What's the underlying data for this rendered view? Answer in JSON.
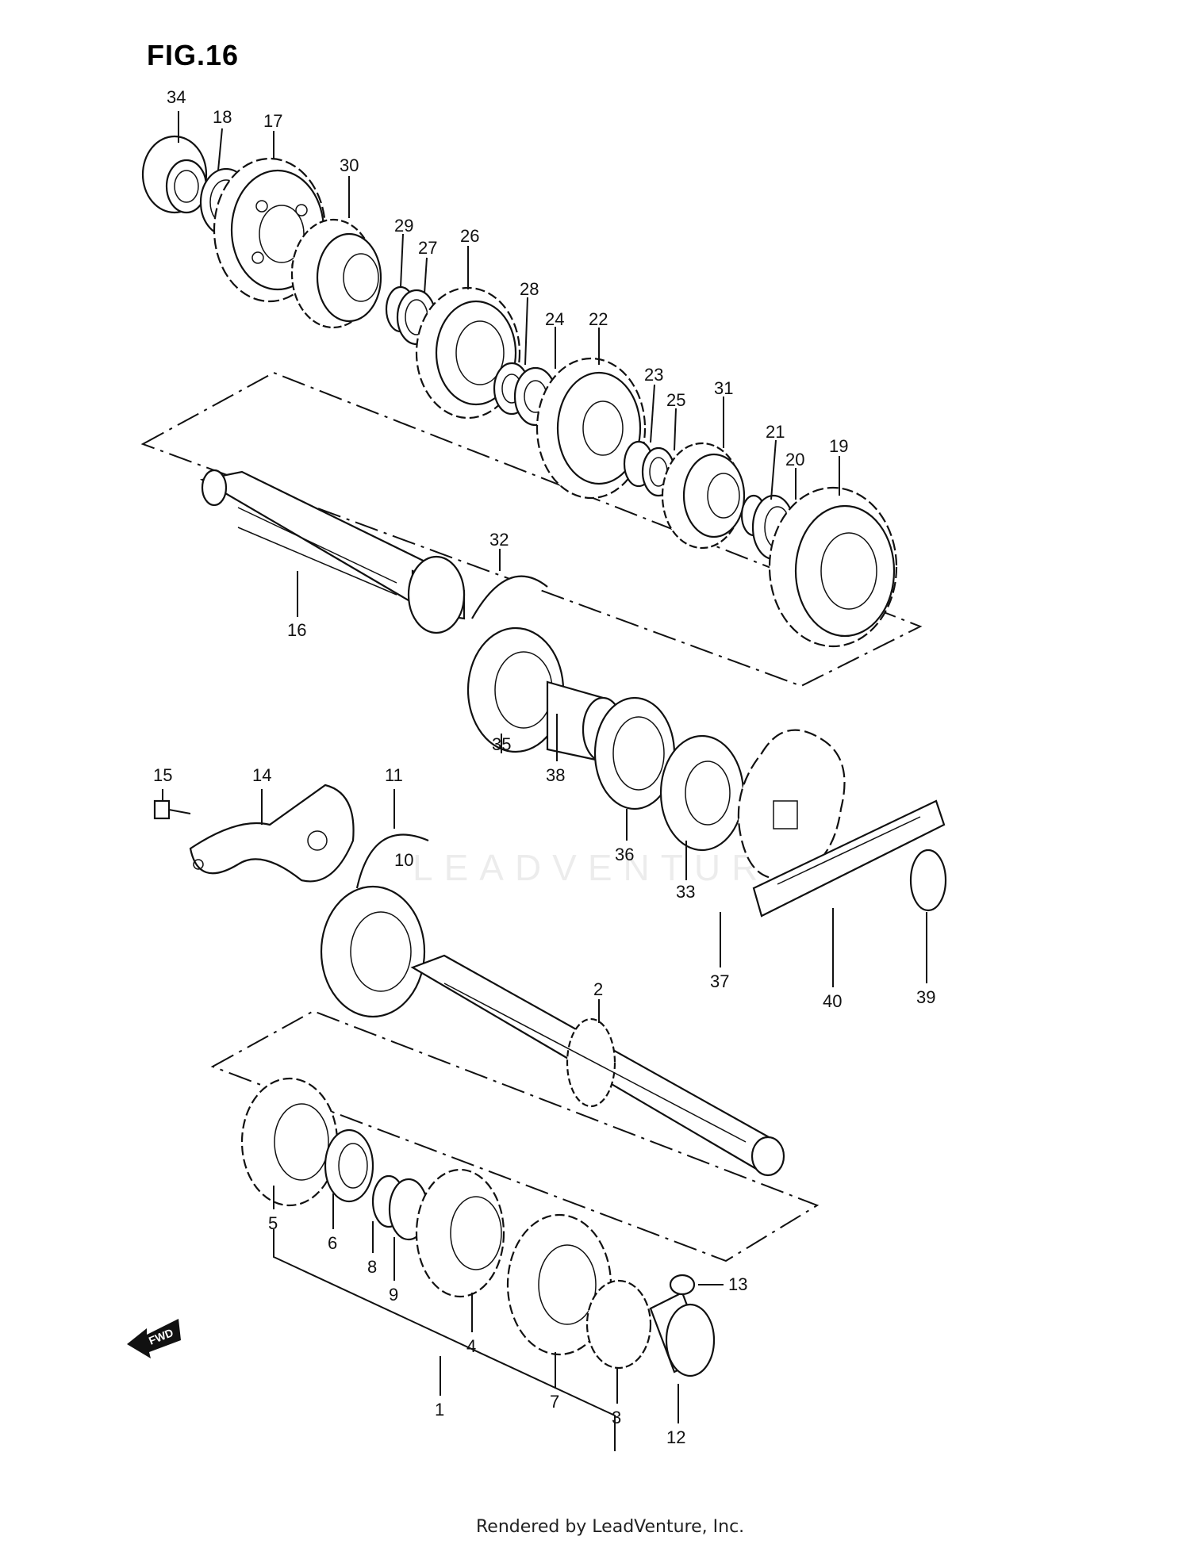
{
  "figure": {
    "title": "FIG.16",
    "fwd_label": "FWD",
    "watermark": "LEADVENTURE"
  },
  "callouts": [
    {
      "id": "34",
      "label": "34"
    },
    {
      "id": "18",
      "label": "18"
    },
    {
      "id": "17",
      "label": "17"
    },
    {
      "id": "30",
      "label": "30"
    },
    {
      "id": "29",
      "label": "29"
    },
    {
      "id": "27",
      "label": "27"
    },
    {
      "id": "26",
      "label": "26"
    },
    {
      "id": "28",
      "label": "28"
    },
    {
      "id": "24",
      "label": "24"
    },
    {
      "id": "22",
      "label": "22"
    },
    {
      "id": "23",
      "label": "23"
    },
    {
      "id": "25",
      "label": "25"
    },
    {
      "id": "31",
      "label": "31"
    },
    {
      "id": "21",
      "label": "21"
    },
    {
      "id": "20",
      "label": "20"
    },
    {
      "id": "19",
      "label": "19"
    },
    {
      "id": "32",
      "label": "32"
    },
    {
      "id": "16",
      "label": "16"
    },
    {
      "id": "35",
      "label": "35"
    },
    {
      "id": "38",
      "label": "38"
    },
    {
      "id": "36",
      "label": "36"
    },
    {
      "id": "33",
      "label": "33"
    },
    {
      "id": "15",
      "label": "15"
    },
    {
      "id": "14",
      "label": "14"
    },
    {
      "id": "11",
      "label": "11"
    },
    {
      "id": "10",
      "label": "10"
    },
    {
      "id": "37",
      "label": "37"
    },
    {
      "id": "40",
      "label": "40"
    },
    {
      "id": "39",
      "label": "39"
    },
    {
      "id": "2",
      "label": "2"
    },
    {
      "id": "5",
      "label": "5"
    },
    {
      "id": "6",
      "label": "6"
    },
    {
      "id": "8",
      "label": "8"
    },
    {
      "id": "9",
      "label": "9"
    },
    {
      "id": "13",
      "label": "13"
    },
    {
      "id": "4",
      "label": "4"
    },
    {
      "id": "7",
      "label": "7"
    },
    {
      "id": "3",
      "label": "3"
    },
    {
      "id": "1",
      "label": "1"
    },
    {
      "id": "12",
      "label": "12"
    }
  ],
  "footer": {
    "text": "Rendered by LeadVenture, Inc."
  }
}
